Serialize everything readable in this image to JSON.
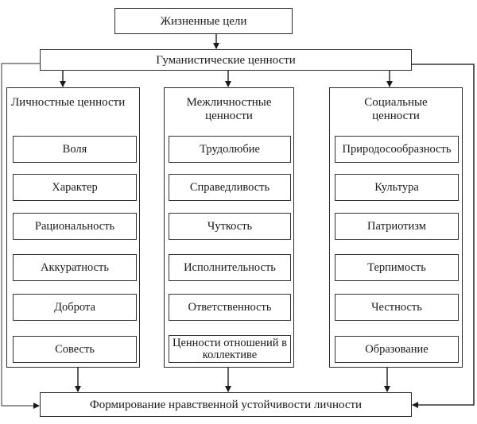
{
  "top": {
    "label": "Жизненные цели"
  },
  "humanistic": {
    "label": "Гуманистические ценности"
  },
  "columns": [
    {
      "title": "Личностные ценности",
      "items": [
        "Воля",
        "Характер",
        "Рациональность",
        "Аккуратность",
        "Доброта",
        "Совесть"
      ]
    },
    {
      "title": "Межличностные ценности",
      "items": [
        "Трудолюбие",
        "Справедливость",
        "Чуткость",
        "Исполнительность",
        "Ответственность",
        "Ценности отношений в коллективе"
      ]
    },
    {
      "title": "Социальные ценности",
      "items": [
        "Природосообразность",
        "Культура",
        "Патриотизм",
        "Терпимость",
        "Честность",
        "Образование"
      ]
    }
  ],
  "bottom": {
    "label": "Формирование нравственной устойчивости личности"
  }
}
